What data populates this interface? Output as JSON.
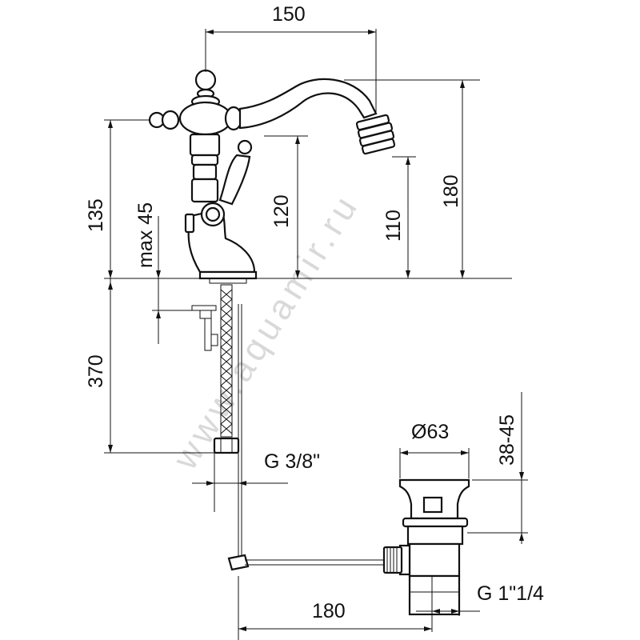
{
  "watermark": "www.aquamir.ru",
  "dimensions": {
    "width_top": "150",
    "height_total": "180",
    "height_spout": "120",
    "height_outlet": "110",
    "height_lever": "135",
    "max_deck": "max 45",
    "hose_length": "370",
    "hose_thread": "G 3/8\"",
    "drain_diameter": "Ø63",
    "drain_depth": "38-45",
    "drain_thread": "G 1\"1/4",
    "rod_length": "180"
  }
}
